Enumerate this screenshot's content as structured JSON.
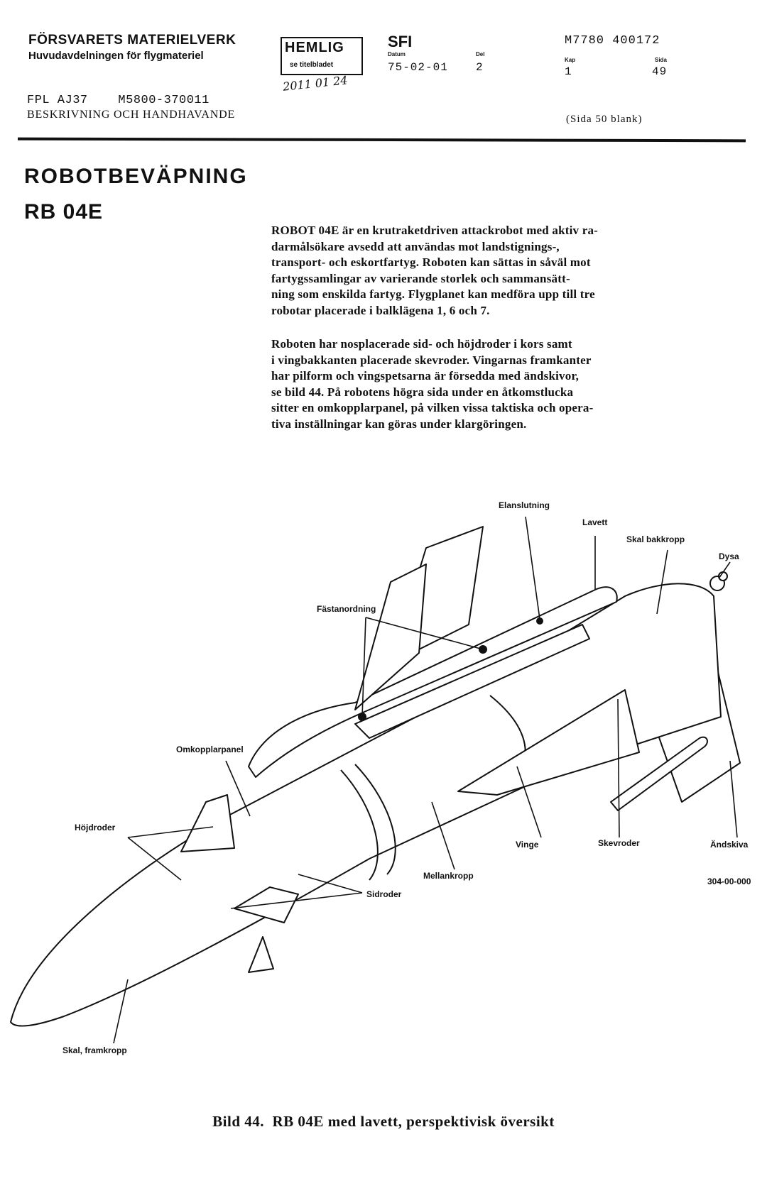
{
  "header": {
    "org_line1": "FÖRSVARETS MATERIELVERK",
    "org_line2": "Huvudavdelningen för flygmateriel",
    "stamp_classification": "HEMLIG",
    "stamp_sub": "se titelbladet",
    "stamp_date": "2011 01 24",
    "sfi": "SFI",
    "datum_label": "Datum",
    "datum_value": "75-02-01",
    "del_label": "Del",
    "del_value": "2",
    "doc_number": "M7780 400172",
    "kap_label": "Kap",
    "kap_value": "1",
    "sida_label": "Sida",
    "sida_value": "49",
    "fpl_line": "FPL AJ37    M5800-370011",
    "description_line": "BESKRIVNING OCH HANDHAVANDE",
    "blank_note": "(Sida 50 blank)"
  },
  "title": {
    "line1": "ROBOTBEVÄPNING",
    "line2": "RB 04E"
  },
  "body": {
    "paragraph1": "ROBOT 04E är en krutraketdriven attackrobot med aktiv ra-\ndarmålsökare avsedd att användas mot landstignings-,\ntransport- och eskortfartyg. Roboten kan sättas in såväl mot\nfartygssamlingar av varierande storlek och sammansätt-\nning som enskilda fartyg. Flygplanet kan medföra upp till tre\nrobotar placerade i balklägena 1, 6 och 7.",
    "paragraph2": "Roboten har nosplacerade sid- och höjdroder i kors samt\ni vingbakkanten placerade skevroder. Vingarnas framkanter\nhar pilform och vingspetsarna är försedda med ändskivor,\nse bild 44. På robotens högra sida under en åtkomstlucka\nsitter en omkopplarpanel, på vilken vissa taktiska och opera-\ntiva inställningar kan göras under klargöringen."
  },
  "figure": {
    "labels": {
      "elanslutning": "Elanslutning",
      "lavett": "Lavett",
      "skal_bakkropp": "Skal bakkropp",
      "dysa": "Dysa",
      "fastanordning": "Fästanordning",
      "omkopplarpanel": "Omkopplarpanel",
      "hojdroder": "Höjdroder",
      "vinge": "Vinge",
      "skevroder": "Skevroder",
      "andskiva": "Ändskiva",
      "mellankropp": "Mellankropp",
      "sidroder": "Sidroder",
      "skal_framkropp": "Skal, framkropp",
      "drawing_number": "304-00-000"
    },
    "caption": "Bild 44.  RB 04E med lavett, perspektivisk översikt"
  }
}
